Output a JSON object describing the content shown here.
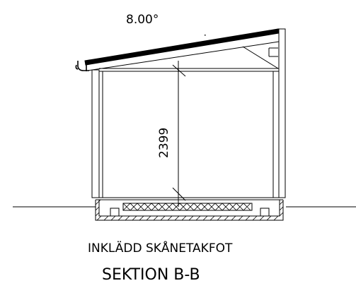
{
  "roof_angle_label": "8.00°",
  "height_dimension": "2399",
  "eave_note": "INKLÄDD SKÅNETAKFOT",
  "section_title": "SEKTION B-B",
  "colors": {
    "line": "#000000",
    "background": "#ffffff"
  }
}
